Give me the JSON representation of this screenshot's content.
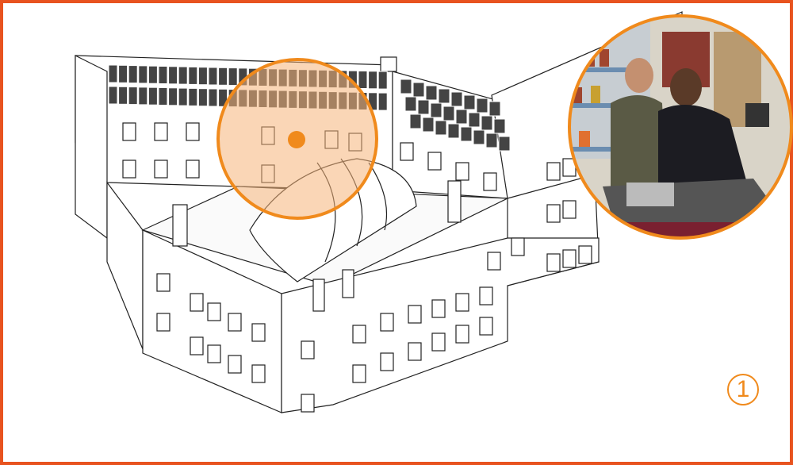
{
  "badge": {
    "number": "1"
  },
  "colors": {
    "border": "#e8531f",
    "accent": "#f08a1c",
    "highlight_fill": "#f6b47a"
  },
  "icons": [
    "building-illustration",
    "location-marker",
    "workshop-photo"
  ]
}
